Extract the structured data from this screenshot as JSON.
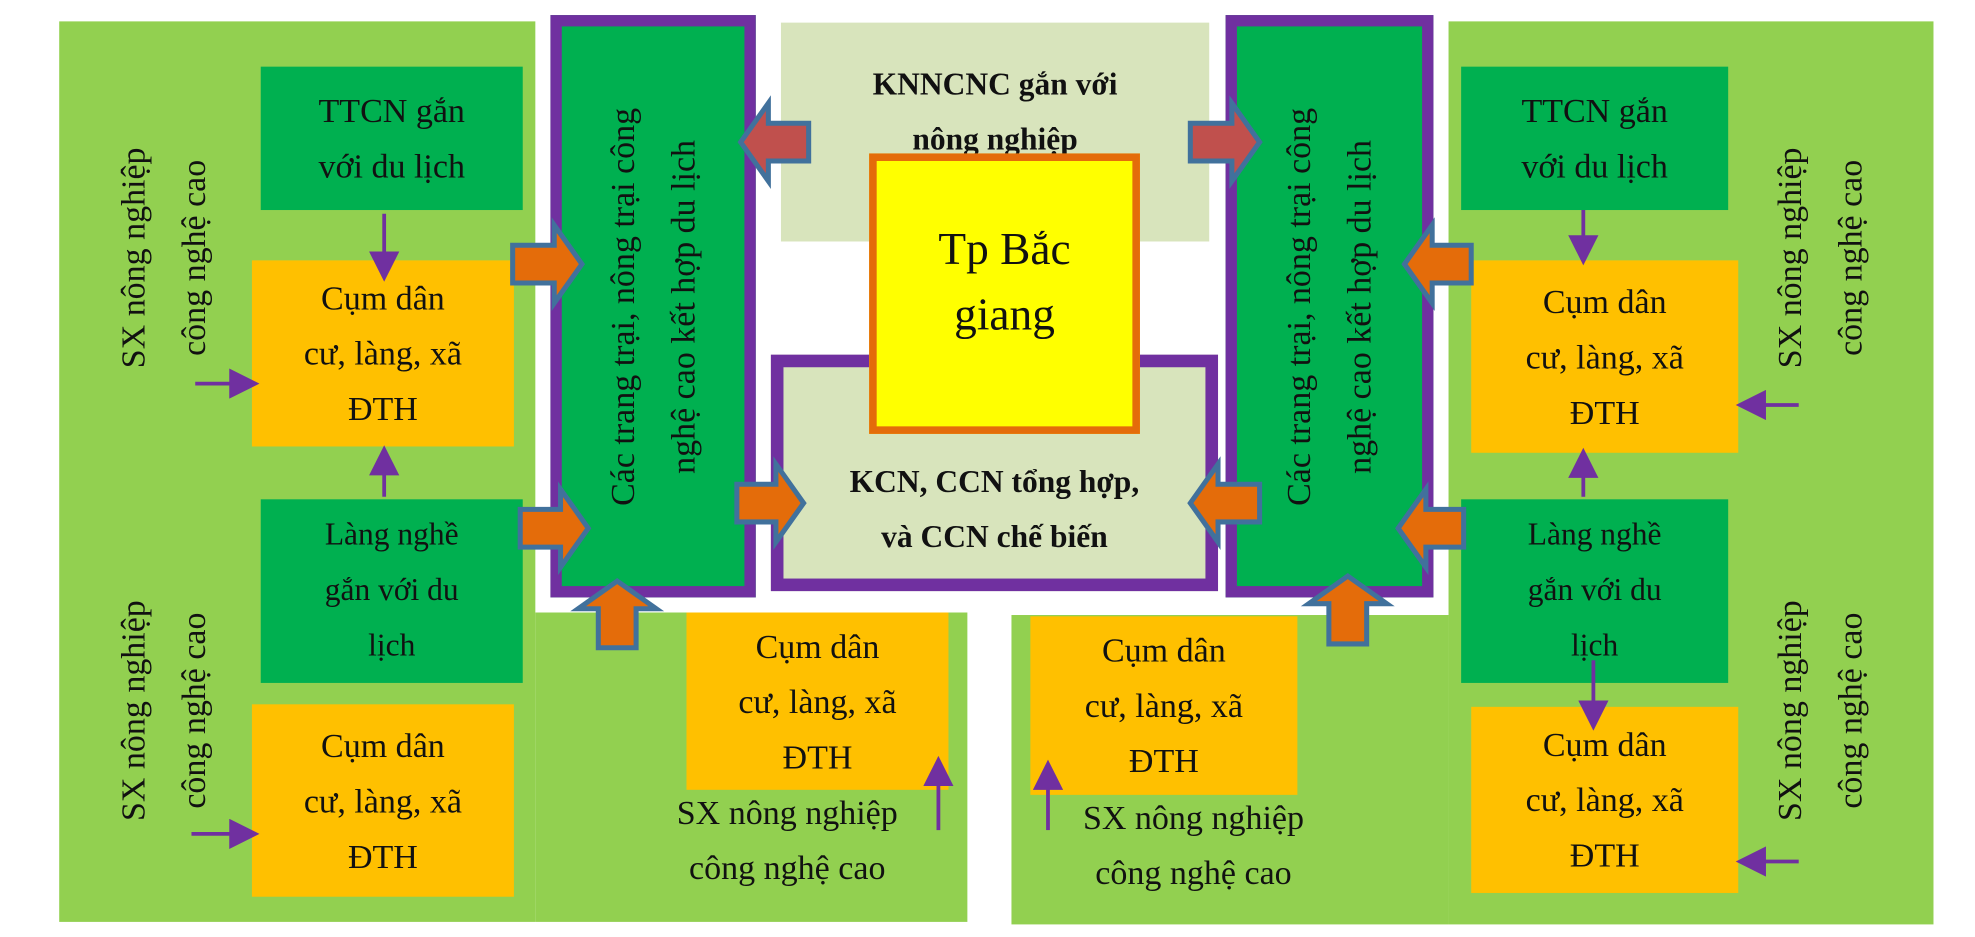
{
  "colors": {
    "light_green": "#92d050",
    "dark_green": "#00b050",
    "orange_box": "#ffc000",
    "purple": "#7030a0",
    "block_arrow": "#e46c0a",
    "arrow_outline": "#41719c",
    "red_arrow": "#c0504d",
    "city": "#ffff00",
    "light_box": "#d8e4bc"
  },
  "center": {
    "knncnc": [
      "KNNCNC gắn với",
      "nông nghiệp"
    ],
    "city": [
      "Tp Bắc",
      "giang"
    ],
    "kcn": [
      "KCN, CCN tổng hợp,",
      "và CCN chế biến"
    ]
  },
  "farm_column": [
    "Các trang trại, nông trại công",
    "nghệ cao kết hợp du lịch"
  ],
  "sx": [
    "SX nông nghiệp",
    "công nghệ cao"
  ],
  "ttcn": [
    "TTCN gắn",
    "với du lịch"
  ],
  "cum": [
    "Cụm dân",
    "cư, làng, xã",
    "ĐTH"
  ],
  "lang": [
    "Làng nghề",
    "gắn với du",
    "lịch"
  ]
}
